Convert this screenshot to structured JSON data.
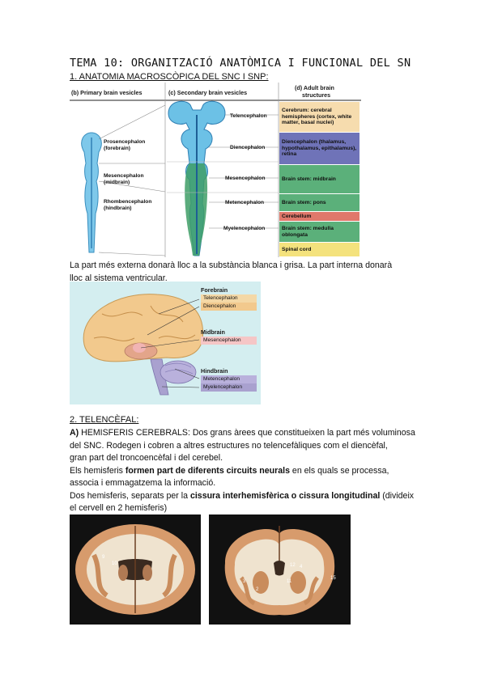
{
  "title": "TEMA 10: ORGANITZACIÓ ANATÒMICA I FUNCIONAL DEL SN",
  "section1": "1. ANATOMIA MACROSCÒPICA DEL SNC I SNP:",
  "fig1": {
    "col_b": "(b) Primary brain vesicles",
    "col_c": "(c) Secondary brain vesicles",
    "col_d_1": "(d) Adult brain",
    "col_d_2": "structures",
    "primary": [
      {
        "l1": "Prosencephalon",
        "l2": "(forebrain)"
      },
      {
        "l1": "Mesencephalon",
        "l2": "(midbrain)"
      },
      {
        "l1": "Rhombencephalon",
        "l2": "(hindbrain)"
      }
    ],
    "secondary": [
      "Telencephalon",
      "Diencephalon",
      "Mesencephalon",
      "Metencephalon",
      "Myelencephalon"
    ],
    "adult": [
      {
        "text": "Cerebrum: cerebral hemispheres (cortex, white matter, basal nuclei)",
        "color": "#f6dcae"
      },
      {
        "text": "Diencephalon (thalamus, hypothalamus, epithalamus), retina",
        "color": "#6f73b8"
      },
      {
        "text": "Brain stem: midbrain",
        "color": "#5bb07a"
      },
      {
        "text": "Brain stem: pons",
        "color": "#5bb07a"
      },
      {
        "text": "Cerebellum",
        "color": "#e0786b"
      },
      {
        "text": "Brain stem: medulla oblongata",
        "color": "#5bb07a"
      },
      {
        "text": "Spinal cord",
        "color": "#f4e27d"
      }
    ]
  },
  "para1": [
    "La part més externa donarà lloc a la substància blanca i grisa. La part interna donarà",
    "lloc al sistema ventricular."
  ],
  "fig2": {
    "forebrain": "Forebrain",
    "telencephalon": "Telencephalon",
    "diencephalon": "Diencephalon",
    "midbrain": "Midbrain",
    "mesencephalon": "Mesencephalon",
    "hindbrain": "Hindbrain",
    "metencephalon": "Metencephalon",
    "myelencephalon": "Myelencephalon"
  },
  "section2": "2. TELENCÈFAL:",
  "para2": {
    "l1_a": "A)",
    "l1_b": " HEMISFERIS CEREBRALS: Dos grans àrees que constitueixen la part més voluminosa",
    "l2": "del SNC. Rodegen i cobren a altres estructures no telencefàliques com el diencèfal,",
    "l3": "gran part del troncoencèfal i del cerebel.",
    "l4_a": "Els hemisferis ",
    "l4_b": "formen part de diferents circuits neurals",
    "l4_c": " en els quals se processa,",
    "l5": "associa i emmagatzema la informació.",
    "l6_a": "Dos hemisferis, separats per la ",
    "l6_b": "cissura interhemisfèrica o cissura longitudinal",
    "l6_c": " (divideix",
    "l7": "el cervell en 2 hemisferis)"
  },
  "photos": {
    "left_labels": [
      "9",
      "10"
    ],
    "right_labels": [
      "12",
      "3",
      "2",
      "11",
      "4",
      "15"
    ]
  }
}
